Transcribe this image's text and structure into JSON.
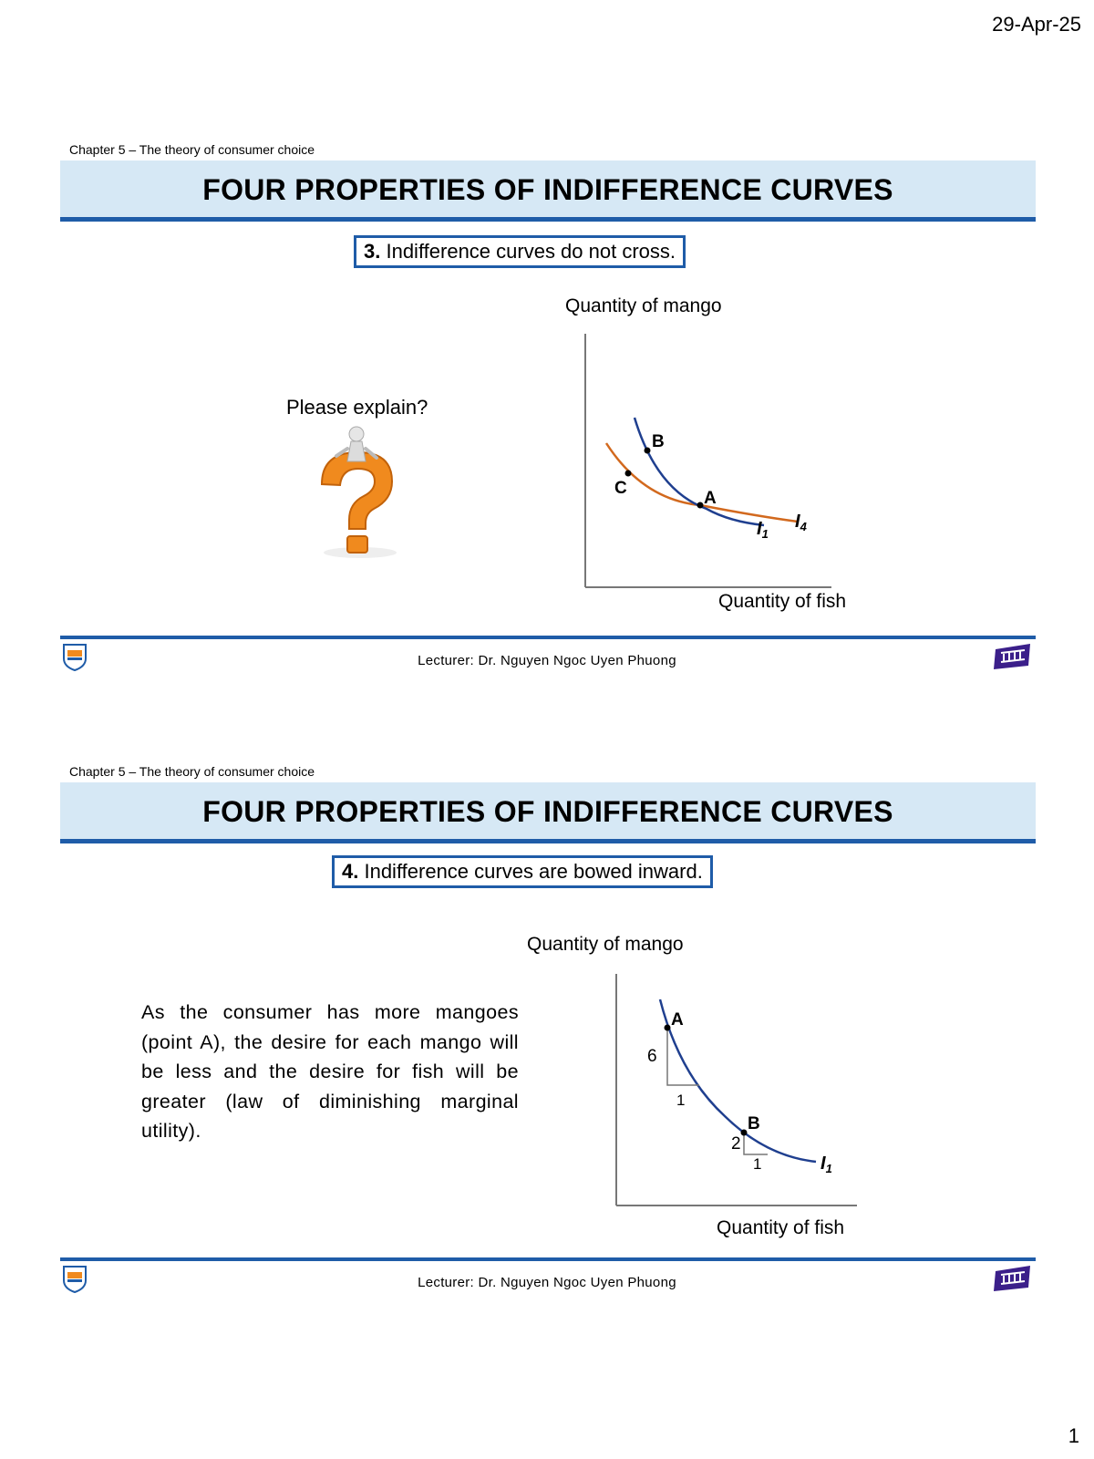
{
  "header": {
    "date": "29-Apr-25"
  },
  "page": {
    "number": "1"
  },
  "slides": [
    {
      "chapter": "Chapter 5 – The theory of consumer choice",
      "title": "FOUR PROPERTIES OF INDIFFERENCE CURVES",
      "property_number": "3.",
      "property_text": " Indifference curves do not cross.",
      "prompt": "Please explain?",
      "figure": {
        "y_axis_label": "Quantity of mango",
        "x_axis_label": "Quantity of fish",
        "points": [
          "B",
          "C",
          "A"
        ],
        "curves": [
          {
            "name": "I",
            "subscript": "1",
            "color": "#1f3f8f"
          },
          {
            "name": "I",
            "subscript": "4",
            "color": "#d2691e"
          }
        ]
      },
      "lecturer": "Lecturer: Dr. Nguyen Ngoc Uyen Phuong"
    },
    {
      "chapter": "Chapter 5 – The theory of consumer choice",
      "title": "FOUR PROPERTIES OF INDIFFERENCE CURVES",
      "property_number": "4.",
      "property_text": " Indifference curves are bowed inward.",
      "explanation": "As the consumer has more mangoes (point A), the desire for each mango will be less and the desire for fish will be greater (law of diminishing marginal utility).",
      "figure": {
        "y_axis_label": "Quantity of mango",
        "x_axis_label": "Quantity of fish",
        "points": [
          "A",
          "B"
        ],
        "triangle_A": {
          "rise": "6",
          "run": "1"
        },
        "triangle_B": {
          "rise": "2",
          "run": "1"
        },
        "curve": {
          "name": "I",
          "subscript": "1",
          "color": "#1f3f8f"
        }
      },
      "lecturer": "Lecturer: Dr. Nguyen Ngoc Uyen Phuong"
    }
  ],
  "colors": {
    "accent": "#1f5ca8",
    "banner": "#d6e8f5",
    "orange_curve": "#d2691e",
    "blue_curve": "#1f3f8f",
    "logo_purple": "#3b1f8a"
  },
  "icons": {
    "question_mark": "question-mark-figure-icon",
    "university_logo": "due-shield-logo",
    "faculty_logo": "building-logo"
  }
}
